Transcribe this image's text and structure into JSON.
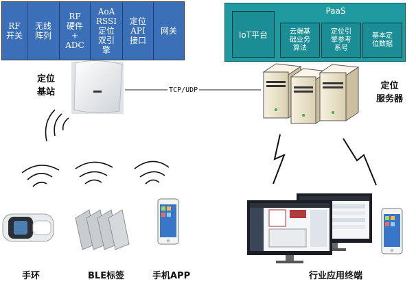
{
  "modules": [
    {
      "text": "RF\n开关"
    },
    {
      "text": "无线\n阵列"
    },
    {
      "text": "RF\n硬件\n+\nADC"
    },
    {
      "text": "AoA\nRSSI\n定位\n双引\n擎"
    },
    {
      "text": "定位\nAPI\n接口"
    },
    {
      "text": "网关"
    }
  ],
  "paas": {
    "title": "PaaS",
    "iot": "IoT平台",
    "cloud": "云端基\n础业务\n算法",
    "engine": "定位引\n擎参考\n系号",
    "data": "基本定\n位数据"
  },
  "labels": {
    "base_station": "定位\n基站",
    "link": "TCP/UDP",
    "server": "定位\n服务器",
    "band": "手环",
    "ble": "BLE标签",
    "app": "手机APP",
    "terminal": "行业应用终端"
  },
  "colors": {
    "module_bg": "#3b6fb8",
    "paas_bg": "#1f9aa0",
    "server_body": "#efe6cf"
  }
}
